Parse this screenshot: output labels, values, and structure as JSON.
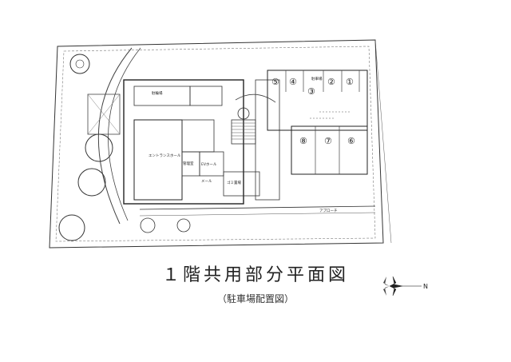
{
  "caption": {
    "title": "１階共用部分平面図",
    "subtitle": "（駐車場配置図）"
  },
  "parking_spaces": [
    "①",
    "②",
    "③",
    "④",
    "⑤",
    "⑥",
    "⑦",
    "⑧"
  ],
  "room_labels": {
    "entrance_hall": "エントランスホール",
    "elevator_hall": "EVホール",
    "management": "管理室",
    "parking": "駐車場",
    "mail": "メール",
    "trash": "ゴミ置場",
    "bicycle": "駐輪場",
    "approach": "アプローチ"
  },
  "north_label": "N"
}
